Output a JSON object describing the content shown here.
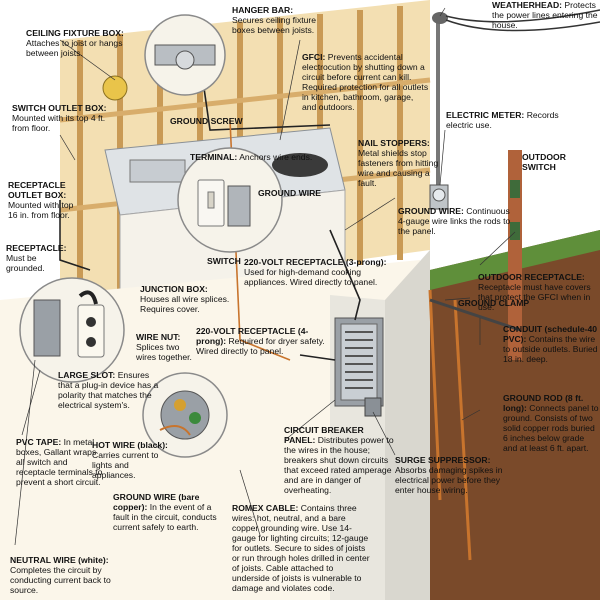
{
  "labels": {
    "ceiling_fixture_box": {
      "title": "CEILING FIXTURE BOX:",
      "desc": "Attaches to joist or hangs between joists."
    },
    "hanger_bar": {
      "title": "HANGER BAR:",
      "desc": "Secures ceiling fixture boxes between joists."
    },
    "weatherhead": {
      "title": "WEATHERHEAD:",
      "desc": "Protects the power lines entering the house."
    },
    "gfci": {
      "title": "GFCI:",
      "desc": "Prevents accidental electrocution by shutting down a circuit before current can kill.  Required protection for all outlets in kitchen, bathroom, garage, and outdoors."
    },
    "switch_outlet_box": {
      "title": "SWITCH OUTLET BOX:",
      "desc": "Mounted with its top 4 ft. from floor."
    },
    "ground_screw": {
      "title": "GROUND SCREW",
      "desc": ""
    },
    "electric_meter": {
      "title": "ELECTRIC METER:",
      "desc": "Records electric use."
    },
    "terminal": {
      "title": "TERMINAL:",
      "desc": "Anchors wire ends."
    },
    "nail_stoppers": {
      "title": "NAIL STOPPERS:",
      "desc": "Metal shields stop fasteners from hitting wire and causing a fault."
    },
    "outdoor_switch": {
      "title": "OUTDOOR SWITCH",
      "desc": ""
    },
    "receptacle_outlet_box": {
      "title": "RECEPTACLE OUTLET BOX:",
      "desc": "Mounted with top 16 in. from floor."
    },
    "ground_wire_small": {
      "title": "GROUND WIRE",
      "desc": ""
    },
    "ground_wire_main": {
      "title": "GROUND WIRE:",
      "desc": "Continuous 4-gauge wire links the rods to the panel."
    },
    "switch": {
      "title": "SWITCH",
      "desc": ""
    },
    "receptacle": {
      "title": "RECEPTACLE:",
      "desc": "Must be grounded."
    },
    "v220_3prong": {
      "title": "220-VOLT RECEPTACLE (3-prong):",
      "desc": "Used for high-demand cooking appliances.  Wired directly to panel."
    },
    "outdoor_receptacle": {
      "title": "OUTDOOR RECEPTACLE:",
      "desc": "Receptacle must have covers that protect the GFCI when in use."
    },
    "junction_box": {
      "title": "JUNCTION BOX:",
      "desc": "Houses all wire splices. Requires cover."
    },
    "ground_clamp": {
      "title": "GROUND CLAMP",
      "desc": ""
    },
    "wire_nut": {
      "title": "WIRE NUT:",
      "desc": "Splices two wires together."
    },
    "v220_4prong": {
      "title": "220-VOLT RECEPTACLE (4-prong):",
      "desc": "Required for dryer safety. Wired directly to panel."
    },
    "conduit": {
      "title": "CONDUIT (schedule-40 PVC):",
      "desc": "Contains the wire to outside outlets. Buried 18 in. deep."
    },
    "large_slot": {
      "title": "LARGE SLOT:",
      "desc": "Ensures that a plug-in device has a polarity that matches the electrical system's."
    },
    "ground_rod": {
      "title": "GROUND ROD (8 ft. long):",
      "desc": "Connects panel to ground. Consists of two solid copper rods buried 6 inches below grade and at least 6 ft. apart."
    },
    "pvc_tape": {
      "title": "PVC TAPE:",
      "desc": "In metal boxes, Gallant wraps all switch and receptacle terminals to prevent a short circuit."
    },
    "hot_wire": {
      "title": "HOT WIRE (black):",
      "desc": "Carries current to lights and appliances."
    },
    "circuit_breaker_panel": {
      "title": "CIRCUIT BREAKER PANEL:",
      "desc": "Distributes power to the wires in the house; breakers shut down circuits that exceed rated amperage and are in danger of overheating."
    },
    "surge_suppressor": {
      "title": "SURGE SUPPRESSOR:",
      "desc": "Absorbs damaging spikes in electrical power before they enter house wiring."
    },
    "ground_wire_bare": {
      "title": "GROUND WIRE (bare copper):",
      "desc": "In the event of a fault in the circuit, conducts current safely to earth."
    },
    "romex_cable": {
      "title": "ROMEX CABLE:",
      "desc": "Contains three wires: hot, neutral, and a bare copper grounding wire.  Use 14-gauge for lighting circuits; 12-gauge for outlets.  Secure to sides of joists or run through holes drilled in center of joists.  Cable attached to underside of joists is vulnerable to damage and violates code."
    },
    "neutral_wire": {
      "title": "NEUTRAL WIRE (white):",
      "desc": "Completes the circuit by conducting current back to source."
    }
  },
  "colors": {
    "wood": "#e8c98a",
    "wood_dark": "#c99a55",
    "soil": "#7a4a2a",
    "drywall": "#f4f1e8",
    "counter": "#cfd3d6",
    "wire_black": "#222222",
    "wire_copper": "#c8742d",
    "panel_gray": "#9aa0a6"
  }
}
